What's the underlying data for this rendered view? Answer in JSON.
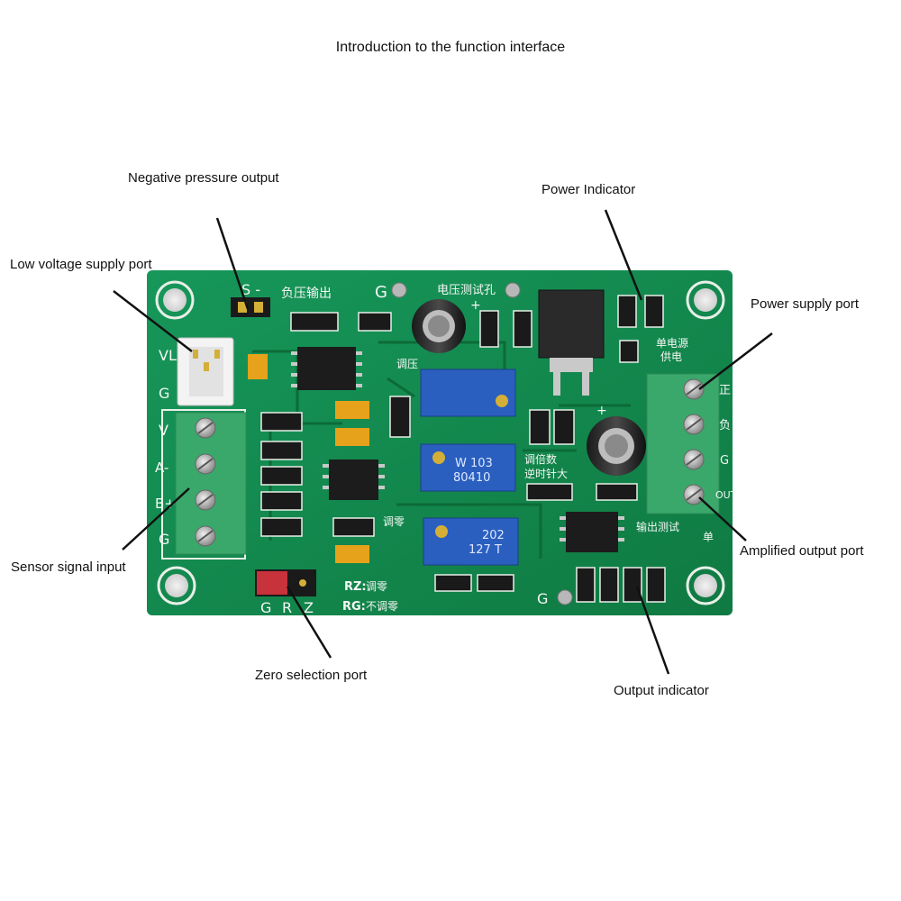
{
  "title": "Introduction to the function interface",
  "callouts": {
    "negative_pressure_output": "Negative pressure output",
    "power_indicator": "Power Indicator",
    "low_voltage_supply_port": "Low voltage supply port",
    "power_supply_port": "Power supply port",
    "sensor_signal_input": "Sensor signal input",
    "amplified_output_port": "Amplified output port",
    "zero_selection_port": "Zero selection port",
    "output_indicator": "Output indicator"
  },
  "board": {
    "pcb_color": "#138a4c",
    "terminal_color": "#3aa86a",
    "pot_color": "#2a5fc0",
    "silk": {
      "s_minus": "S -",
      "neg_output_cn": "负压输出",
      "g_top": "G",
      "voltage_test_cn": "电压测试孔",
      "plus_top": "+",
      "vl": "VL",
      "g_left": "G",
      "v_left": "V",
      "a_minus": "A-",
      "b_plus": "B+",
      "g_left2": "G",
      "adjust_voltage_cn": "调压",
      "gain_adjust_cn": "调倍数",
      "ccw_increase_cn": "逆时针大",
      "zero_adjust_cn": "调零",
      "single_supply_cn": "单电源",
      "supply_cn": "供电",
      "zheng": "正",
      "fu": "负",
      "g_right": "G",
      "out": "OUT",
      "output_test_cn": "输出测试",
      "dan_cn": "单",
      "rz_label": "RZ:",
      "rz_cn": "调零",
      "rg_label": "RG:",
      "rg_cn": "不调零",
      "jumper_g": "G",
      "jumper_r": "R",
      "jumper_z": "Z",
      "g_bottom": "G",
      "pot1_code": "W 103",
      "pot1_code2": "80410",
      "pot2_code": "202",
      "pot2_code2": "127 T",
      "plus_cap": "+"
    }
  }
}
